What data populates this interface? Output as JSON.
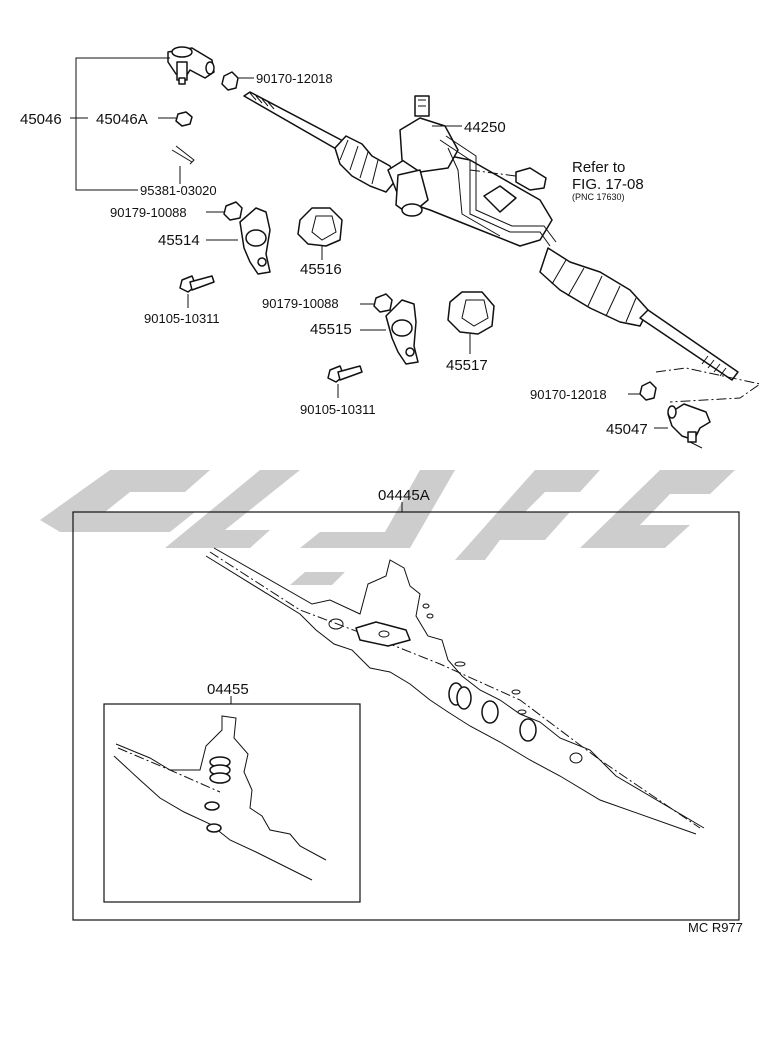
{
  "callouts": {
    "p45046": "45046",
    "p45046a": "45046A",
    "p90170_top": "90170-12018",
    "p44250": "44250",
    "refer_line1": "Refer to",
    "refer_line2": "FIG. 17-08",
    "refer_pnc": "(PNC 17630)",
    "p95381": "95381-03020",
    "p90179_a": "90179-10088",
    "p45514": "45514",
    "p45516": "45516",
    "p90105_a": "90105-10311",
    "p90179_b": "90179-10088",
    "p45515": "45515",
    "p45517": "45517",
    "p90105_b": "90105-10311",
    "p90170_bottom": "90170-12018",
    "p45047": "45047",
    "kit_outer": "04445A",
    "kit_inner": "04455",
    "diagram_code": "MC R977"
  },
  "watermark": {
    "color": "#c8c8c8"
  }
}
